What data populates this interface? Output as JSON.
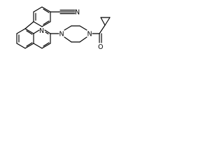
{
  "molecule": {
    "atoms": {
      "nitrile_n": "N",
      "quinoline_n": "N",
      "piperazine_n1": "N",
      "piperazine_n4": "N",
      "carbonyl_o": "O"
    }
  }
}
